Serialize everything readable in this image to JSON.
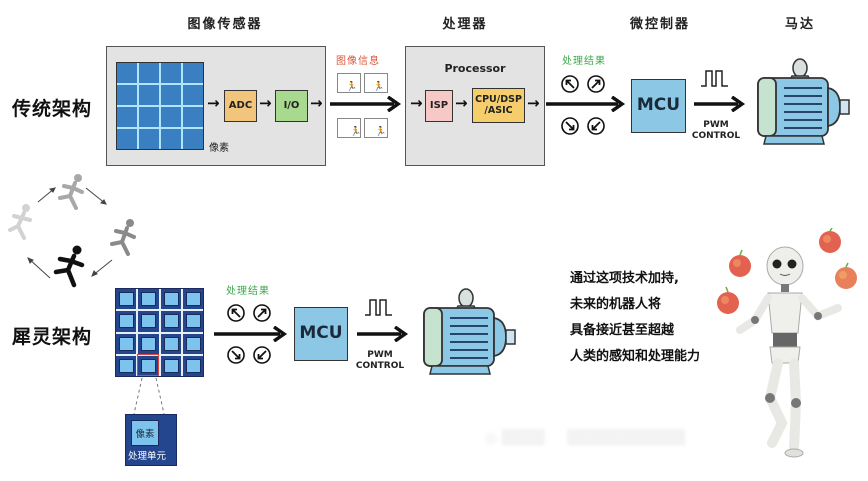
{
  "columns": {
    "image_sensor": "图像传感器",
    "processor": "处理器",
    "mcu": "微控制器",
    "motor": "马达"
  },
  "rows": {
    "traditional": "传统架构",
    "new": "犀灵架构"
  },
  "traditional": {
    "pixel_label": "像素",
    "adc": "ADC",
    "io": "I/O",
    "image_info": "图像信息",
    "processor_title": "Processor",
    "isp": "ISP",
    "cpu": "CPU/DSP\n/ASIC",
    "cpu_line1": "CPU/DSP",
    "cpu_line2": "/ASIC",
    "result_label": "处理结果",
    "mcu": "MCU",
    "pwm_line1": "PWM",
    "pwm_line2": "CONTROL"
  },
  "new_arch": {
    "result_label": "处理结果",
    "mcu": "MCU",
    "pwm_line1": "PWM",
    "pwm_line2": "CONTROL",
    "unit_pixel": "像素",
    "unit_label": "处理单元"
  },
  "caption": [
    "通过这项技术加持,",
    "未来的机器人将",
    "具备接近甚至超越",
    "人类的感知和处理能力"
  ],
  "icons": {
    "direction_arrows": [
      "arrow-up-left",
      "arrow-up-right",
      "arrow-down-right",
      "arrow-down-left"
    ],
    "runner_cycle": [
      "runner-faint",
      "runner-light",
      "runner-mid",
      "runner-dark"
    ]
  },
  "colors": {
    "adc": "#f2c57c",
    "io": "#a8d98f",
    "isp": "#f6c9c6",
    "cpu": "#f5cd6a",
    "mcu": "#8cc8e6",
    "motor": "#8cc8e6",
    "panel": "#e3e3e3",
    "green_label": "#3aa84a",
    "red_label": "#d9573b"
  }
}
